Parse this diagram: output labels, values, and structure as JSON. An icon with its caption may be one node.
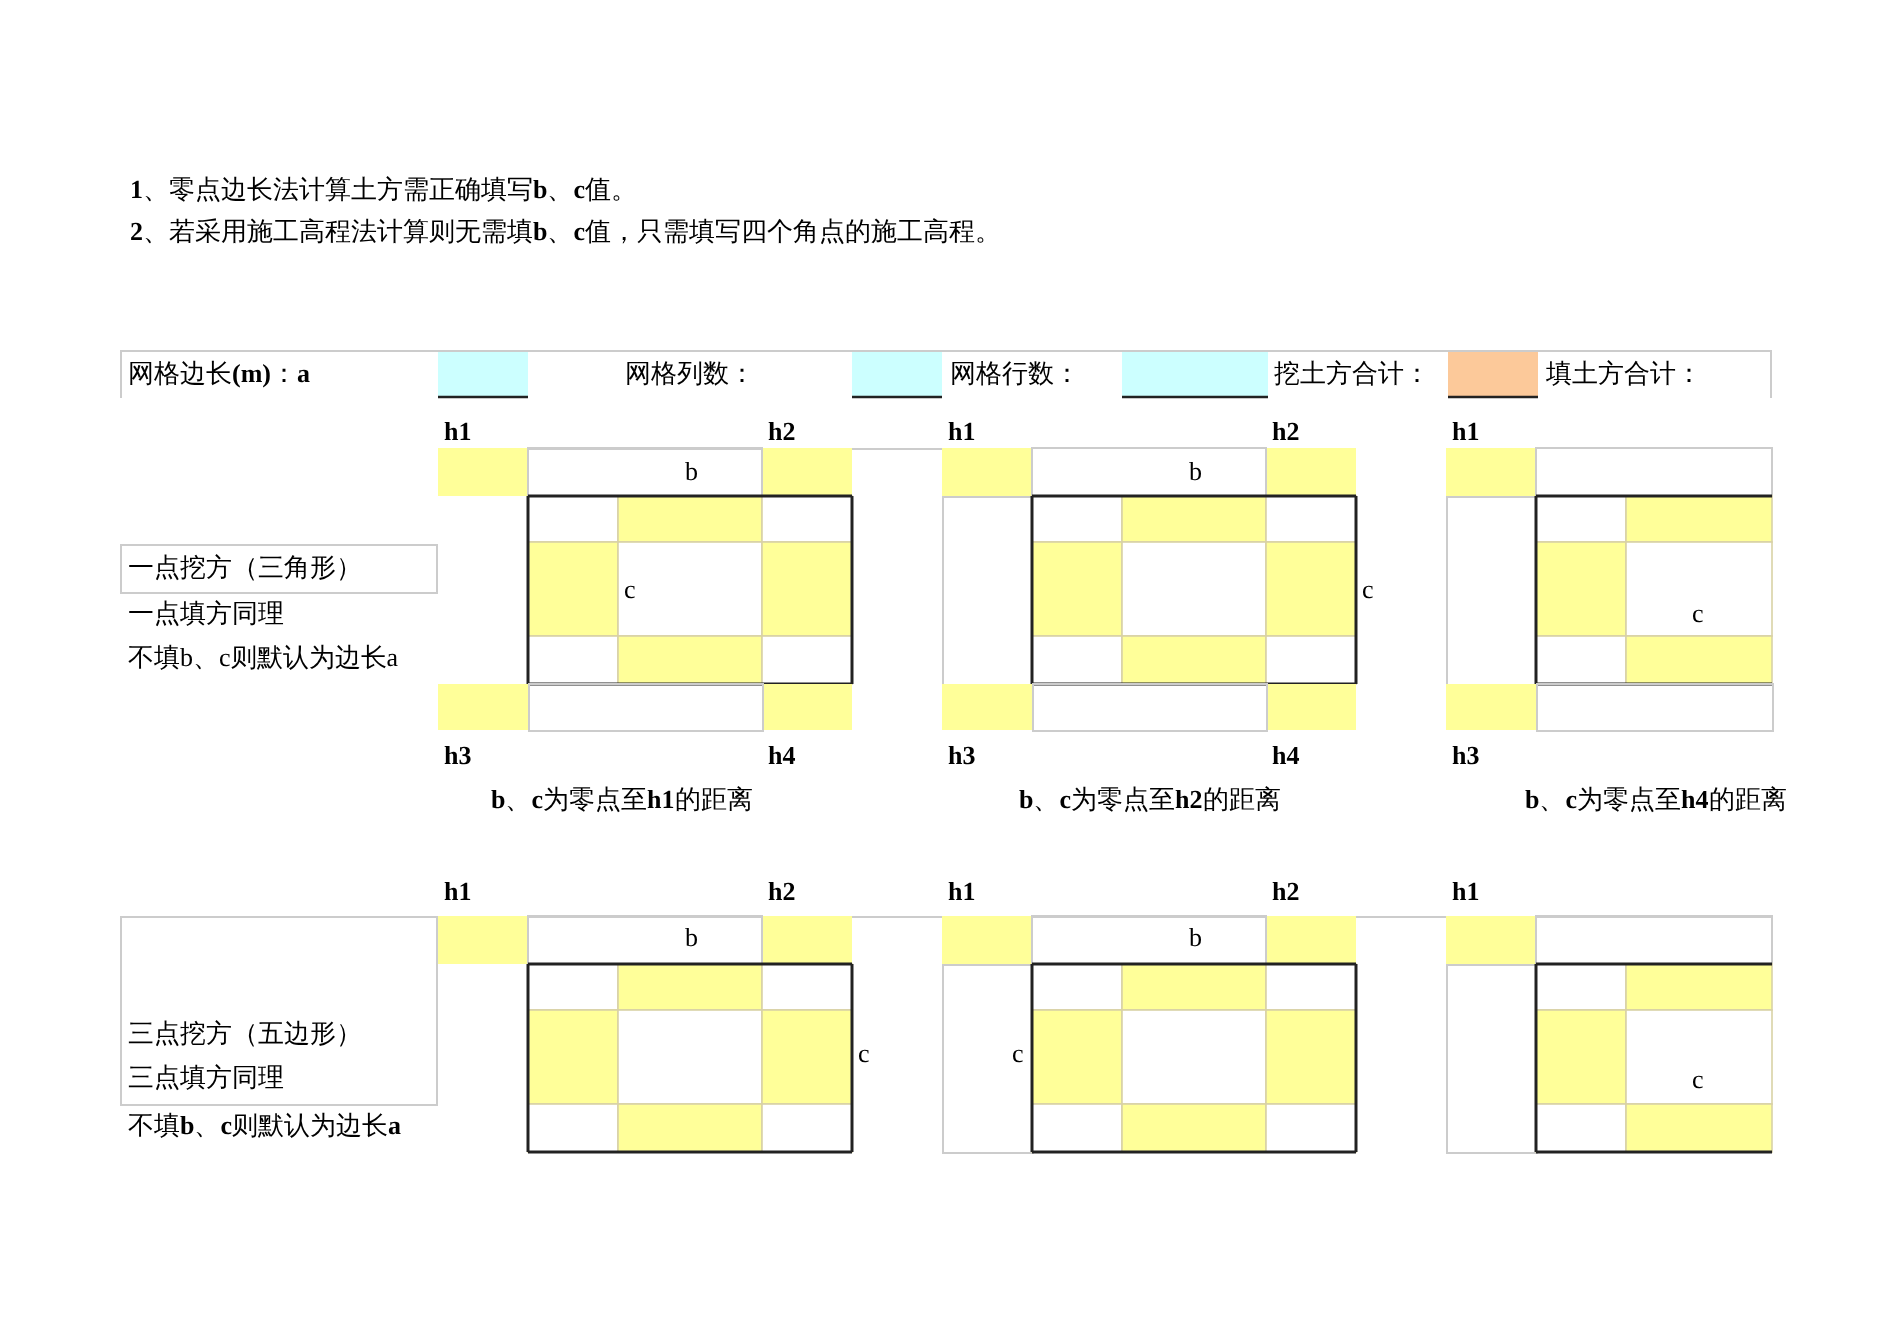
{
  "diagram": {
    "labels": [
      "**1**、零点边长法计算土方需正确填写**b**、**c**值。",
      "**2**、若采用施工高程法计算则无需填**b**、**c**值，只需填写四个角点的施工高程。",
      "网格边长**(m)**：**a**",
      "网格列数：",
      "网格行数：",
      "挖土方合计：",
      "填土方合计：",
      "h1",
      "h2",
      "h1",
      "h2",
      "h1",
      "b",
      "b",
      "一点挖方（三角形）",
      "c",
      "c",
      "一点填方同理",
      "c",
      "不填b、c则默认为边长a",
      "h3",
      "h4",
      "h3",
      "h4",
      "h3",
      "**b**、**c**为零点至**h1**的距离",
      "**b**、**c**为零点至**h2**的距离",
      "**b**、**c**为零点至**h4**的距离",
      "h1",
      "h2",
      "h1",
      "h2",
      "h1",
      "b",
      "b",
      "三点挖方（五边形）",
      "c",
      "c",
      "三点填方同理",
      "c",
      "不填**b**、**c**则默认为边长**a**"
    ]
  }
}
